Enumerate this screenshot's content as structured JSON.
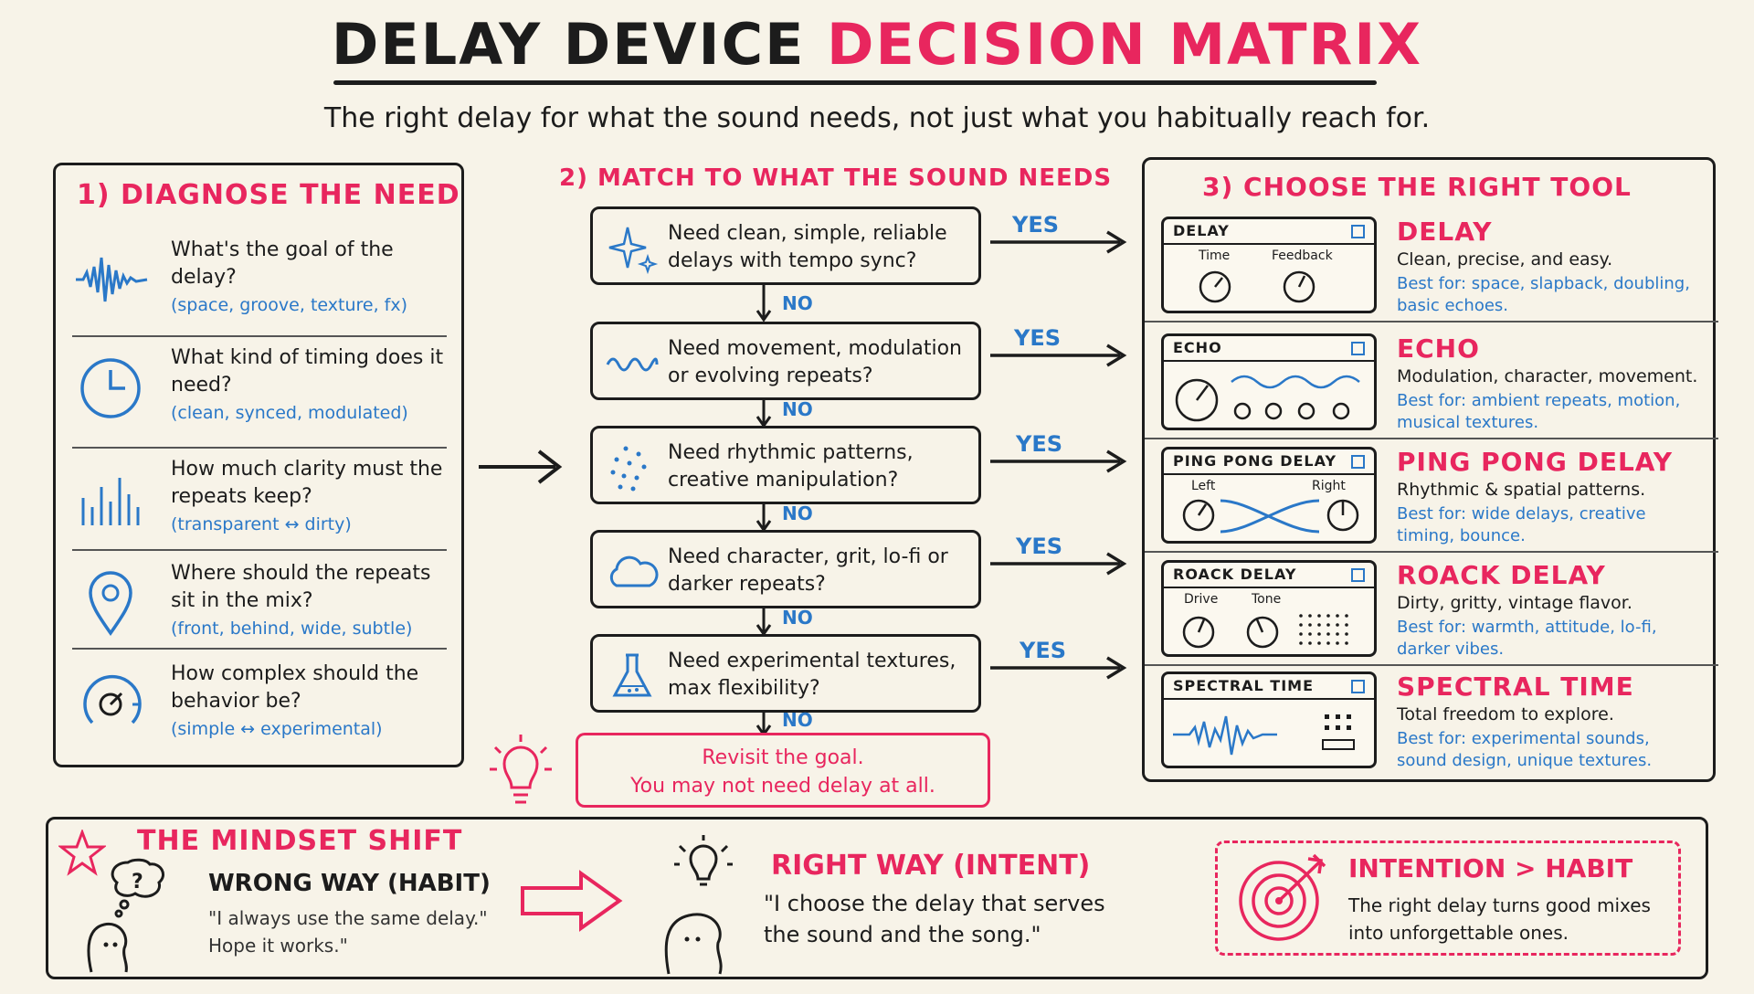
{
  "title": {
    "black": "DELAY DEVICE",
    "pink": "DECISION MATRIX"
  },
  "subtitle": "The right delay for what the sound needs, not just what you habitually reach for.",
  "diagnose": {
    "heading": "1) DIAGNOSE THE NEED",
    "items": [
      {
        "icon": "waveform-icon",
        "question": "What's the goal of the delay?",
        "hint": "(space, groove, texture, fx)"
      },
      {
        "icon": "clock-icon",
        "question": "What kind of timing does it need?",
        "hint": "(clean, synced, modulated)"
      },
      {
        "icon": "meter-bars-icon",
        "question": "How much clarity must the repeats keep?",
        "hint": "(transparent ↔ dirty)"
      },
      {
        "icon": "location-pin-icon",
        "question": "Where should the repeats sit in the mix?",
        "hint": "(front, behind, wide, subtle)"
      },
      {
        "icon": "dial-icon",
        "question": "How complex should the behavior be?",
        "hint": "(simple ↔ experimental)"
      }
    ]
  },
  "match": {
    "heading": "2) MATCH TO WHAT THE SOUND NEEDS",
    "yes_label": "YES",
    "no_label": "NO",
    "steps": [
      {
        "icon": "sparkle-icon",
        "text": "Need clean, simple, reliable delays with tempo sync?"
      },
      {
        "icon": "wave-icon",
        "text": "Need movement, modulation or evolving repeats?"
      },
      {
        "icon": "dots-icon",
        "text": "Need rhythmic patterns, creative manipulation?"
      },
      {
        "icon": "cloud-icon",
        "text": "Need character, grit, lo-fi or darker repeats?"
      },
      {
        "icon": "flask-icon",
        "text": "Need experimental textures, max flexibility?"
      }
    ],
    "fallback": {
      "line1": "Revisit the goal.",
      "line2": "You may not need delay at all."
    }
  },
  "tools": {
    "heading": "3) CHOOSE THE RIGHT TOOL",
    "items": [
      {
        "device": "DELAY",
        "name": "DELAY",
        "desc": "Clean, precise, and easy.",
        "best": "Best for: space, slapback, doubling, basic echoes.",
        "knobs": [
          "Time",
          "Feedback"
        ]
      },
      {
        "device": "ECHO",
        "name": "ECHO",
        "desc": "Modulation, character, movement.",
        "best": "Best for: ambient repeats, motion, musical textures.",
        "knobs": []
      },
      {
        "device": "PING PONG DELAY",
        "name": "PING PONG DELAY",
        "desc": "Rhythmic & spatial patterns.",
        "best": "Best for: wide delays, creative timing, bounce.",
        "knobs": [
          "Left",
          "Right"
        ]
      },
      {
        "device": "ROACK DELAY",
        "name": "ROACK DELAY",
        "desc": "Dirty, gritty, vintage flavor.",
        "best": "Best for: warmth, attitude, lo-fi, darker vibes.",
        "knobs": [
          "Drive",
          "Tone"
        ]
      },
      {
        "device": "SPECTRAL TIME",
        "name": "SPECTRAL TIME",
        "desc": "Total freedom to explore.",
        "best": "Best for: experimental sounds, sound design, unique textures.",
        "knobs": []
      }
    ]
  },
  "mindset": {
    "heading": "THE MINDSET SHIFT",
    "wrong_title": "WRONG WAY (HABIT)",
    "wrong_quote": "\"I always use the same delay.\" Hope it works.\"",
    "right_title": "RIGHT WAY (INTENT)",
    "right_quote": "\"I choose the delay that serves the sound and the song.\"",
    "intent_title": "INTENTION > HABIT",
    "intent_text": "The right delay turns good mixes into unforgettable ones."
  },
  "colors": {
    "pink": "#e8265e",
    "blue": "#2a78c8",
    "ink": "#1c1c1c",
    "paper": "#f7f3e8"
  }
}
